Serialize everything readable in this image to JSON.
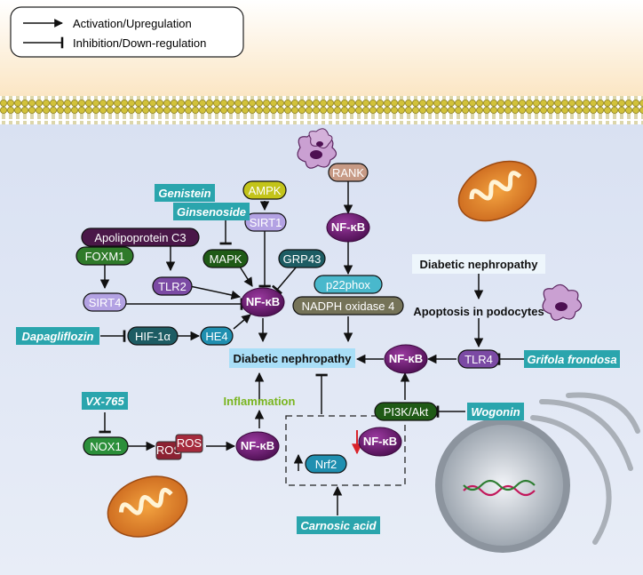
{
  "legend": {
    "activation": "Activation/Upregulation",
    "inhibition": "Inhibition/Down-regulation"
  },
  "nodes": {
    "apolipoprotein_c3": "Apolipoprotein C3",
    "foxm1": "FOXM1",
    "sirt4": "SIRT4",
    "tlr2": "TLR2",
    "mapk": "MAPK",
    "ampk": "AMPK",
    "sirt1": "SIRT1",
    "grp43": "GRP43",
    "nfkb": "NF-κB",
    "rank": "RANK",
    "p22phox": "p22phox",
    "nadph_oxidase_4": "NADPH oxidase 4",
    "hif1a": "HIF-1α",
    "he4": "HE4",
    "diabetic_nephropathy": "Diabetic nephropathy",
    "diabetic_nephropathy_2": "Diabetic nephropathy",
    "apoptosis_in_podocytes": "Apoptosis in podocytes",
    "tlr4": "TLR4",
    "pi3k_akt": "PI3K/Akt",
    "inflammation": "Inflammation",
    "nox1": "NOX1",
    "ros": "ROS",
    "nrf2": "Nrf2"
  },
  "compounds": {
    "genistein": "Genistein",
    "ginsenoside": "Ginsenoside",
    "dapagliflozin": "Dapagliflozin",
    "grifola_frondosa": "Grifola frondosa",
    "wogonin": "Wogonin",
    "vx765": "VX-765",
    "carnosic_acid": "Carnosic acid"
  },
  "colors": {
    "nfkb": "#6a1b6e",
    "compound": "#2aa5ad",
    "dark_purple": "#4a1748",
    "green": "#2f7a2a",
    "dark_green": "#1f5a16",
    "lavender": "#b3a2e3",
    "purple_med": "#7b4aa4",
    "teal_dark": "#1d5c63",
    "light_blue": "#a9def7",
    "cyan_box": "#49b8cc",
    "olive": "#757358",
    "inflammation": "#7ab520",
    "cell_bg": "#dfe6f4"
  }
}
